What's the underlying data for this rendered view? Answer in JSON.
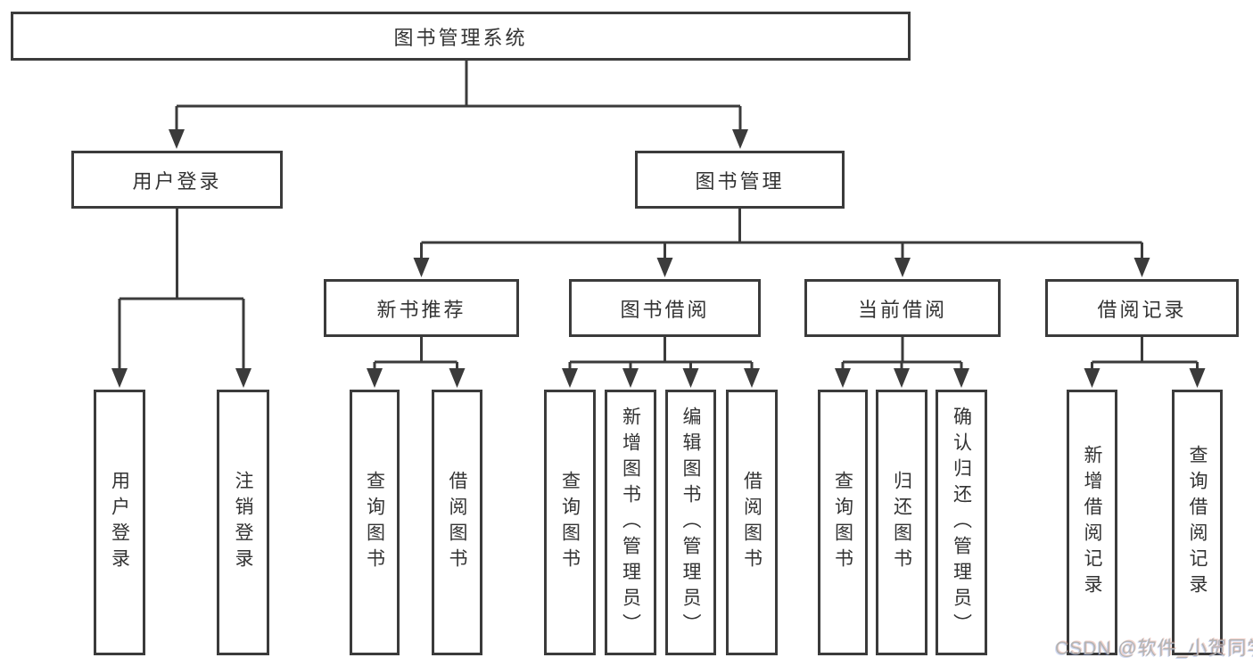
{
  "appearance": {
    "line_color": "#3b3b3b",
    "box_border_color": "#3b3b3b",
    "box_background": "#ffffff",
    "text_color": "#333333",
    "watermark_color": "#b4b4b4",
    "page_background": "#ffffff"
  },
  "diagram": {
    "root": {
      "label": "图书管理系统"
    },
    "login": {
      "label": "用户登录",
      "children": [
        {
          "label": "用户登录"
        },
        {
          "label": "注销登录"
        }
      ]
    },
    "management": {
      "label": "图书管理",
      "modules": [
        {
          "label": "新书推荐",
          "children": [
            {
              "label": "查询图书"
            },
            {
              "label": "借阅图书"
            }
          ]
        },
        {
          "label": "图书借阅",
          "children": [
            {
              "label": "查询图书"
            },
            {
              "label": "新增图书（管理员）"
            },
            {
              "label": "编辑图书（管理员）"
            },
            {
              "label": "借阅图书"
            }
          ]
        },
        {
          "label": "当前借阅",
          "children": [
            {
              "label": "查询图书"
            },
            {
              "label": "归还图书"
            },
            {
              "label": "确认归还（管理员）"
            }
          ]
        },
        {
          "label": "借阅记录",
          "children": [
            {
              "label": "新增借阅记录"
            },
            {
              "label": "查询借阅记录"
            }
          ]
        }
      ]
    }
  },
  "watermark": {
    "text": "CSDN @软件_小贺同学"
  }
}
